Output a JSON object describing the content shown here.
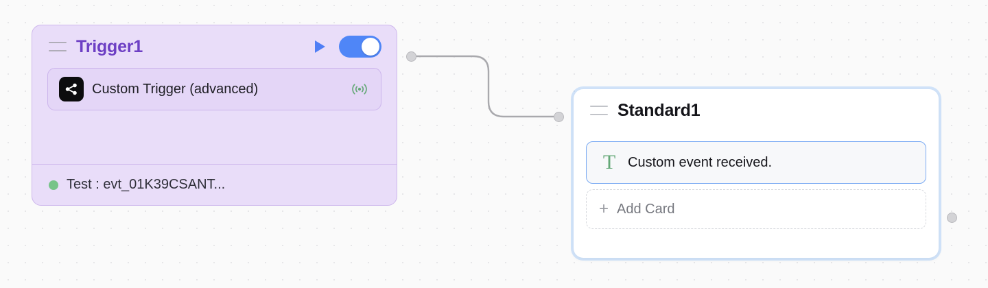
{
  "canvas": {
    "background_color": "#fafafa",
    "dot_color": "#e6e6e8",
    "grid_spacing": 25
  },
  "nodes": {
    "trigger": {
      "title": "Trigger1",
      "title_color": "#6d3fc4",
      "background_color": "#e9ddf9",
      "border_color": "#cdb6ec",
      "drag_handle_icon": "drag-handle-icon",
      "run_button_icon": "play-icon",
      "run_button_color": "#4f7ef5",
      "toggle": {
        "state": "on",
        "track_color": "#4f86f7",
        "knob_color": "#ffffff"
      },
      "card": {
        "icon": "share-nodes-icon",
        "icon_background": "#0c0c0e",
        "label": "Custom Trigger (advanced)",
        "trailing_icon": "broadcast-icon",
        "trailing_icon_color": "#64a877"
      },
      "footer": {
        "status_dot_icon": "status-dot-icon",
        "status_dot_color": "#77c489",
        "status_text": "Test : evt_01K39CSANT..."
      }
    },
    "standard": {
      "title": "Standard1",
      "title_color": "#15151a",
      "background_color": "#ffffff",
      "selection_ring_color": "#a0c8f8",
      "drag_handle_icon": "drag-handle-icon",
      "card": {
        "icon": "text-t-icon",
        "icon_color": "#64a877",
        "label": "Custom event received.",
        "border_color": "#7aaaf3"
      },
      "add_card": {
        "plus_icon": "plus-icon",
        "label": "Add Card"
      }
    }
  },
  "handles": {
    "trigger_source": "connection-handle",
    "standard_target": "connection-handle",
    "standard_source": "connection-handle",
    "color": "#d3d3d6"
  },
  "edges": {
    "edge_color": "#a9a9ad",
    "from": "trigger_source",
    "to": "standard_target"
  }
}
